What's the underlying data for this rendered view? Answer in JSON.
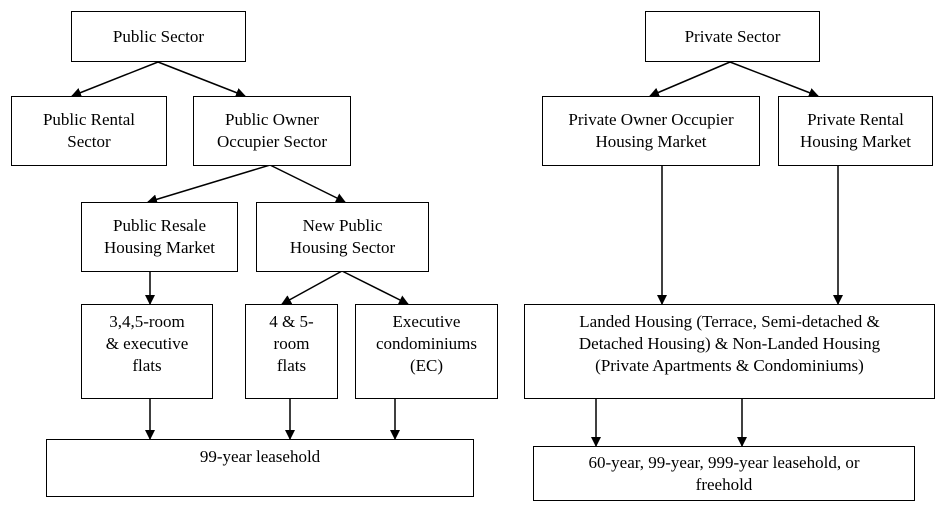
{
  "diagram": {
    "nodes": {
      "public_sector": "Public Sector",
      "private_sector": "Private Sector",
      "public_rental_sector": "Public Rental\nSector",
      "public_owner_occupier_sector": "Public Owner\nOccupier Sector",
      "private_owner_occupier_market": "Private Owner Occupier\nHousing Market",
      "private_rental_market": "Private Rental\nHousing Market",
      "public_resale_market": "Public Resale\nHousing Market",
      "new_public_housing_sector": "New Public\nHousing Sector",
      "resale_flats": "3,4,5-room\n& executive\nflats",
      "new_flats": "4 & 5-\nroom\nflats",
      "executive_condominiums": "Executive\ncondominiums\n(EC)",
      "landed_nonlanded_housing": "Landed Housing (Terrace, Semi-detached &\nDetached Housing) & Non-Landed Housing\n(Private Apartments & Condominiums)",
      "public_tenure": "99-year leasehold",
      "private_tenure": "60-year, 99-year, 999-year leasehold, or\nfreehold"
    }
  }
}
